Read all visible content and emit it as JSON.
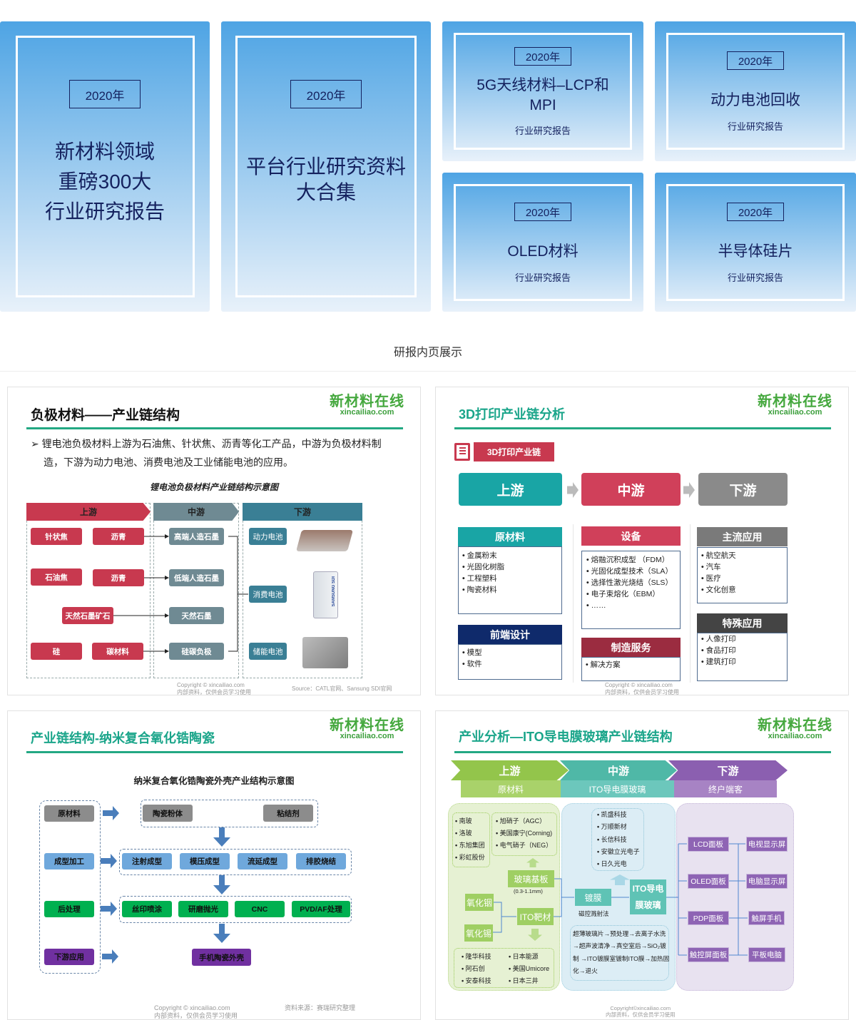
{
  "cards": [
    {
      "year": "2020年",
      "title_lines": [
        "新材料领域",
        "重磅300大",
        "行业研究报告"
      ]
    },
    {
      "year": "2020年",
      "title_lines": [
        "平台行业研究资料",
        "大合集"
      ]
    },
    {
      "year": "2020年",
      "title_lines": [
        "5G天线材料–LCP和",
        "MPI"
      ],
      "subtitle": "行业研究报告"
    },
    {
      "year": "2020年",
      "title_lines": [
        "动力电池回收"
      ],
      "subtitle": "行业研究报告"
    },
    {
      "year": "2020年",
      "title_lines": [
        "OLED材料"
      ],
      "subtitle": "行业研究报告"
    },
    {
      "year": "2020年",
      "title_lines": [
        "半导体硅片"
      ],
      "subtitle": "行业研究报告"
    }
  ],
  "section_caption": "研报内页展示",
  "logo": {
    "cn": "新材料在线",
    "en": "xincailiao.com"
  },
  "copyright": {
    "line1": "Copyright © xincailiao.com",
    "line2": "内部资料，仅供会员学习使用",
    "line1_alt": "Copyright©xincailiao.com"
  },
  "slide1": {
    "title": "负极材料——产业链结构",
    "bullet": [
      "锂电池负极材料上游为石油焦、针状焦、沥青等化工产品，中游为负极材料制",
      "造，下游为动力电池、消费电池及工业储能电池的应用。"
    ],
    "diagram_title": "锂电池负极材料产业链结构示意图",
    "headers": [
      "上游",
      "中游",
      "下游"
    ],
    "upstream": [
      "针状焦",
      "沥青",
      "石油焦",
      "沥青",
      "天然石墨矿石",
      "硅",
      "碳材料"
    ],
    "midstream": [
      "高端人造石墨",
      "低端人造石墨",
      "天然石墨",
      "硅碳负极"
    ],
    "downstream": [
      "动力电池",
      "消费电池",
      "储能电池"
    ],
    "source": "Source：CATL官网、Sansung SDI官网",
    "battery_label": "SAMSUNG SDI"
  },
  "slide2": {
    "title": "3D打印产业链分析",
    "chain_label": "3D打印产业链",
    "stages": [
      "上游",
      "中游",
      "下游"
    ],
    "raw": {
      "title": "原材料",
      "items": [
        "金属粉末",
        "光固化树脂",
        "工程塑料",
        "陶瓷材料"
      ]
    },
    "design": {
      "title": "前端设计",
      "items": [
        "模型",
        "软件"
      ]
    },
    "equipment": {
      "title": "设备",
      "items": [
        "熔融沉积成型 （FDM）",
        "光固化成型技术（SLA）",
        "选择性激光烧结（SLS）",
        "电子束熔化（EBM）",
        "……"
      ]
    },
    "service": {
      "title": "制造服务",
      "items": [
        "解决方案"
      ]
    },
    "mainstream": {
      "title": "主流应用",
      "items": [
        "航空航天",
        "汽车",
        "医疗",
        "文化创意"
      ]
    },
    "special": {
      "title": "特殊应用",
      "items": [
        "人像打印",
        "食品打印",
        "建筑打印"
      ]
    }
  },
  "slide3": {
    "title": "产业链结构-纳米复合氧化锆陶瓷",
    "diagram_title": "纳米复合氧化锆陶瓷外壳产业结构示意图",
    "left": [
      "原材料",
      "成型加工",
      "后处理",
      "下游应用"
    ],
    "raw": [
      "陶瓷粉体",
      "粘结剂"
    ],
    "forming": [
      "注射成型",
      "模压成型",
      "流延成型",
      "排胶烧结"
    ],
    "post": [
      "丝印喷涂",
      "研磨抛光",
      "CNC",
      "PVD/AF处理"
    ],
    "app": "手机陶瓷外壳",
    "source": "资料来源：赛瑞研究整理"
  },
  "slide4": {
    "title": "产业分析—ITO导电膜玻璃产业链结构",
    "stages": [
      "上游",
      "中游",
      "下游"
    ],
    "substages": [
      "原材料",
      "ITO导电膜玻璃",
      "终户端客"
    ],
    "glass_makers_a": [
      "南玻",
      "洛玻",
      "东旭集团",
      "彩虹股份"
    ],
    "glass_makers_b": [
      "旭硝子（AGC）",
      "美国康宁(Corning)",
      "电气硝子（NEG）"
    ],
    "glass_substrate": "玻璃基板",
    "glass_spec": "(0.3-1.1mm)",
    "indium": "氧化铟",
    "tin": "氧化锡",
    "target": "ITO靶材",
    "target_makers_a": [
      "隆华科技",
      "阿石创",
      "安泰科技"
    ],
    "target_makers_b": [
      "日本能源",
      "美国Umicore",
      "日本三井"
    ],
    "film_makers": [
      "凯盛科技",
      "万顺新材",
      "长信科技",
      "安徽立光电子",
      "日久光电"
    ],
    "coating": "镀膜",
    "coating_method": "磁控溅射法",
    "ito_glass": [
      "ITO导电",
      "膜玻璃"
    ],
    "process": [
      "超薄玻璃片→预处理→去离子水洗",
      "→超声波清净→真空室后→SiO₂镀",
      "制 →ITO镀膜室镀制ITO膜→加热固",
      "化→退火"
    ],
    "panels": [
      "LCD面板",
      "OLED面板",
      "PDP面板",
      "触控屏面板"
    ],
    "devices": [
      "电视显示屏",
      "电脑显示屏",
      "触屏手机",
      "平板电脑"
    ]
  }
}
